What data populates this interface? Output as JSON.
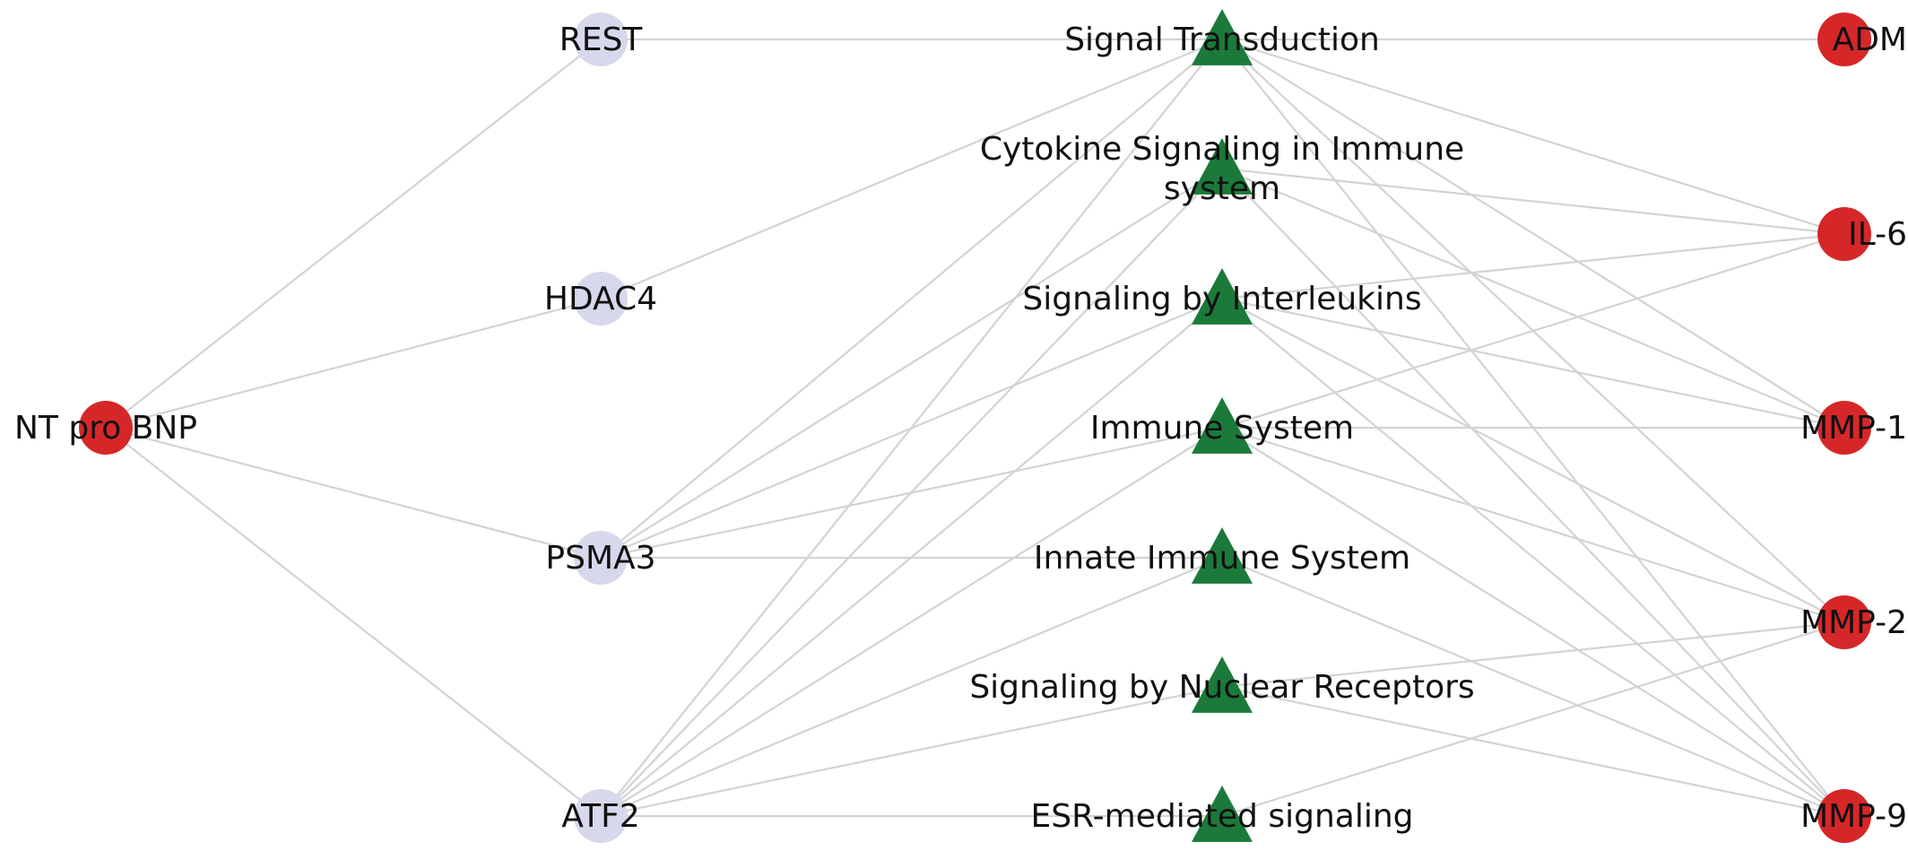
{
  "colors": {
    "edge": "#d3d3d3",
    "source_fill": "#d62728",
    "target_fill": "#d62728",
    "intermediate_fill": "#d8d8ec",
    "pathway_fill": "#1b7a3a",
    "label": "#111111"
  },
  "nodes": {
    "source": [
      {
        "id": "ntprobnp",
        "label": "NT pro BNP",
        "shape": "circle"
      }
    ],
    "intermediates": [
      {
        "id": "rest",
        "label": "REST",
        "shape": "circle"
      },
      {
        "id": "hdac4",
        "label": "HDAC4",
        "shape": "circle"
      },
      {
        "id": "psma3",
        "label": "PSMA3",
        "shape": "circle"
      },
      {
        "id": "atf2",
        "label": "ATF2",
        "shape": "circle"
      }
    ],
    "pathways": [
      {
        "id": "p1",
        "label": "Signal Transduction",
        "shape": "triangle"
      },
      {
        "id": "p2",
        "label_lines": [
          "Cytokine Signaling in Immune",
          "system"
        ],
        "shape": "triangle"
      },
      {
        "id": "p3",
        "label": "Signaling by Interleukins",
        "shape": "triangle"
      },
      {
        "id": "p4",
        "label": "Immune System",
        "shape": "triangle"
      },
      {
        "id": "p5",
        "label": "Innate Immune System",
        "shape": "triangle"
      },
      {
        "id": "p6",
        "label": "Signaling by Nuclear Receptors",
        "shape": "triangle"
      },
      {
        "id": "p7",
        "label": "ESR-mediated signaling",
        "shape": "triangle"
      }
    ],
    "targets": [
      {
        "id": "adm",
        "label": "ADM",
        "shape": "circle"
      },
      {
        "id": "il6",
        "label": "IL-6",
        "shape": "circle"
      },
      {
        "id": "mmp1",
        "label": "MMP-1",
        "shape": "circle"
      },
      {
        "id": "mmp2",
        "label": "MMP-2",
        "shape": "circle"
      },
      {
        "id": "mmp9",
        "label": "MMP-9",
        "shape": "circle"
      }
    ]
  },
  "edges": [
    [
      "ntprobnp",
      "rest"
    ],
    [
      "ntprobnp",
      "hdac4"
    ],
    [
      "ntprobnp",
      "psma3"
    ],
    [
      "ntprobnp",
      "atf2"
    ],
    [
      "rest",
      "p1"
    ],
    [
      "hdac4",
      "p1"
    ],
    [
      "psma3",
      "p1"
    ],
    [
      "psma3",
      "p2"
    ],
    [
      "psma3",
      "p3"
    ],
    [
      "psma3",
      "p4"
    ],
    [
      "psma3",
      "p5"
    ],
    [
      "atf2",
      "p1"
    ],
    [
      "atf2",
      "p2"
    ],
    [
      "atf2",
      "p3"
    ],
    [
      "atf2",
      "p4"
    ],
    [
      "atf2",
      "p5"
    ],
    [
      "atf2",
      "p6"
    ],
    [
      "atf2",
      "p7"
    ],
    [
      "p1",
      "adm"
    ],
    [
      "p1",
      "il6"
    ],
    [
      "p1",
      "mmp1"
    ],
    [
      "p1",
      "mmp2"
    ],
    [
      "p1",
      "mmp9"
    ],
    [
      "p2",
      "il6"
    ],
    [
      "p2",
      "mmp1"
    ],
    [
      "p2",
      "mmp9"
    ],
    [
      "p3",
      "il6"
    ],
    [
      "p3",
      "mmp1"
    ],
    [
      "p3",
      "mmp2"
    ],
    [
      "p3",
      "mmp9"
    ],
    [
      "p4",
      "il6"
    ],
    [
      "p4",
      "mmp1"
    ],
    [
      "p4",
      "mmp2"
    ],
    [
      "p4",
      "mmp9"
    ],
    [
      "p5",
      "mmp9"
    ],
    [
      "p6",
      "mmp2"
    ],
    [
      "p6",
      "mmp9"
    ],
    [
      "p7",
      "mmp2"
    ]
  ]
}
